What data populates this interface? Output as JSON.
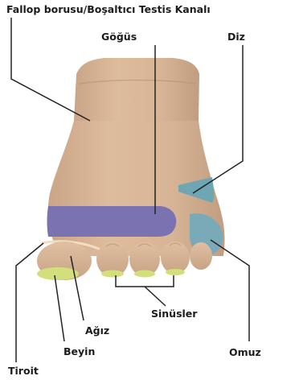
{
  "labels": {
    "title": "Fallop borusu/Boşaltıcı Testis Kanalı",
    "chest": "Göğüs",
    "knee": "Diz",
    "sinuses": "Sinüsler",
    "mouth": "Ağız",
    "brain": "Beyin",
    "shoulder": "Omuz",
    "thyroid": "Tiroit"
  },
  "colors": {
    "background": "#ffffff",
    "skin": "#d9b898",
    "skin_shadow": "#b99479",
    "chest_region": "#7b73b1",
    "knee_region": "#6fa6b4",
    "shoulder_region": "#7aa9b8",
    "thyroid_line": "#f3dcc0",
    "mouth_line": "#6dbd8e",
    "brain_toe": "#d2df7a",
    "leader_line": "#222222"
  }
}
